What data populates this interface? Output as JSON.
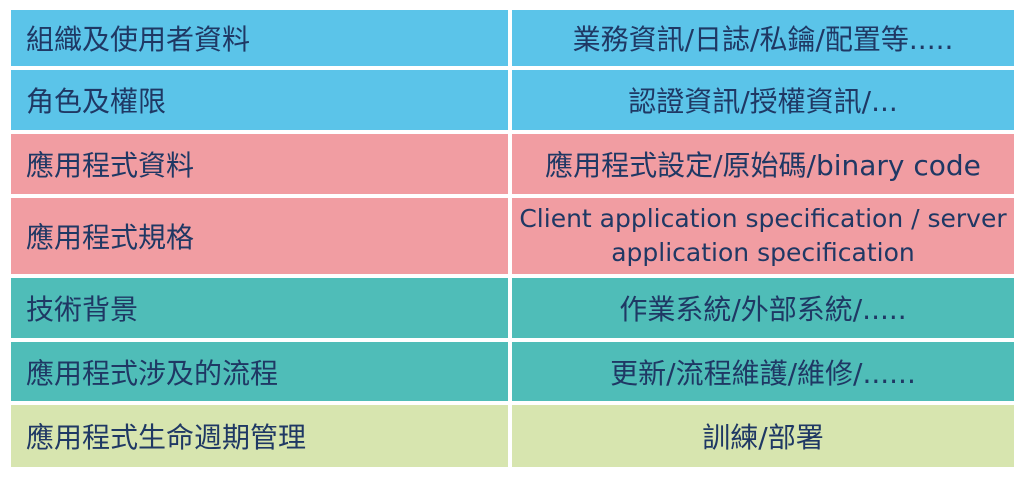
{
  "table": {
    "colors": {
      "blue": "#5BC4E9",
      "pink": "#F19DA2",
      "teal": "#4FBDB8",
      "green": "#D7E5AF",
      "text": "#1F3864",
      "background": "#FFFFFF"
    },
    "rows": [
      {
        "group": "blue",
        "left": "組織及使用者資料",
        "right": "業務資訊/日誌/私鑰/配置等....."
      },
      {
        "group": "blue",
        "left": "角色及權限",
        "right": "認證資訊/授權資訊/..."
      },
      {
        "group": "pink",
        "left": "應用程式資料",
        "right": "應用程式設定/原始碼/binary code"
      },
      {
        "group": "pink",
        "left": "應用程式規格",
        "right": "Client application specification / server application specification"
      },
      {
        "group": "teal",
        "left": "技術背景",
        "right": "作業系統/外部系統/....."
      },
      {
        "group": "teal",
        "left": "應用程式涉及的流程",
        "right": "更新/流程維護/維修/......"
      },
      {
        "group": "green",
        "left": "應用程式生命週期管理",
        "right": "訓練/部署"
      }
    ]
  }
}
